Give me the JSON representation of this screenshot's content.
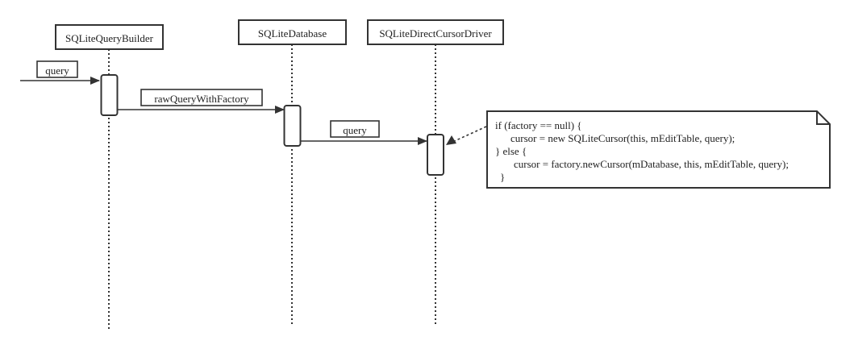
{
  "participants": [
    {
      "name": "SQLiteQueryBuilder"
    },
    {
      "name": "SQLiteDatabase"
    },
    {
      "name": "SQLiteDirectCursorDriver"
    }
  ],
  "messages": [
    {
      "label": "query"
    },
    {
      "label": "rawQueryWithFactory"
    },
    {
      "label": "query"
    }
  ],
  "note": {
    "lines": [
      "if (factory == null) {",
      "cursor = new SQLiteCursor(this, mEditTable, query);",
      "} else {",
      "cursor = factory.newCursor(mDatabase, this, mEditTable, query);",
      "}"
    ]
  }
}
